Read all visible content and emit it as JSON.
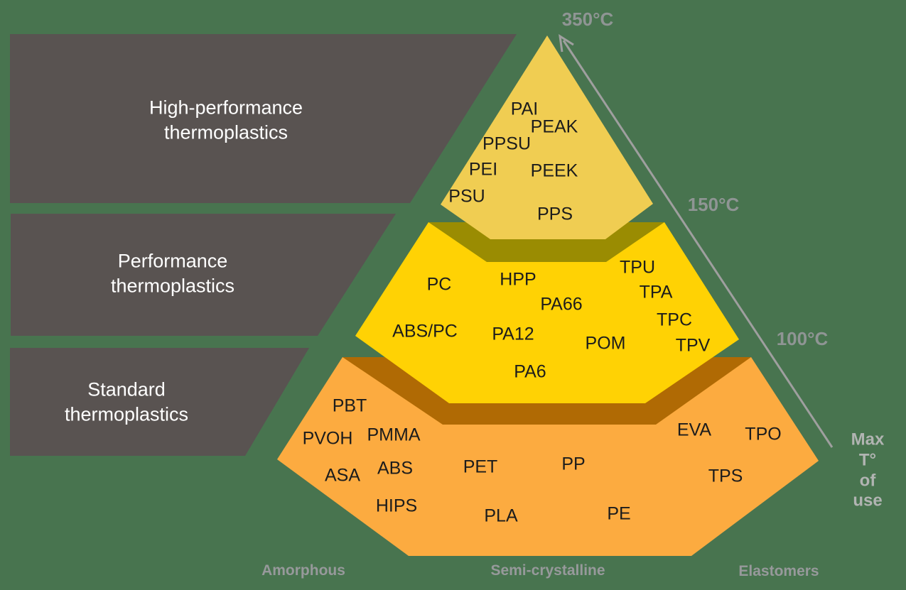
{
  "colors": {
    "background": "#48744f",
    "box": "#595351",
    "tier_high": "#f0cd52",
    "band_olive": "#9a8c02",
    "tier_performance": "#ffd204",
    "band_brown": "#b06a04",
    "tier_standard": "#fcab40",
    "axis_line": "#9f9f9f",
    "temp_label": "#8f9594",
    "axis_caption": "#b1b4b2",
    "category_label": "#97999b",
    "material_text": "#1c1c1c",
    "box_text": "#ffffff"
  },
  "boxes": [
    {
      "label": "High-performance\nthermoplastics"
    },
    {
      "label": "Performance\nthermoplastics"
    },
    {
      "label": "Standard\nthermoplastics"
    }
  ],
  "axis": {
    "labels": [
      {
        "text": "350°C"
      },
      {
        "text": "150°C"
      },
      {
        "text": "100°C"
      }
    ],
    "caption": "Max T°\nof use"
  },
  "categories": [
    {
      "label": "Amorphous"
    },
    {
      "label": "Semi-crystalline"
    },
    {
      "label": "Elastomers"
    }
  ],
  "tiers": {
    "high": {
      "name": "High-performance thermoplastics",
      "materials": [
        "PAI",
        "PEAK",
        "PPSU",
        "PEI",
        "PEEK",
        "PSU",
        "PPS"
      ]
    },
    "performance": {
      "name": "Performance thermoplastics",
      "materials": [
        "PC",
        "HPP",
        "TPU",
        "PA66",
        "TPA",
        "ABS/PC",
        "PA12",
        "TPC",
        "POM",
        "TPV",
        "PA6"
      ]
    },
    "standard": {
      "name": "Standard thermoplastics",
      "materials": [
        "PBT",
        "PVOH",
        "PMMA",
        "EVA",
        "TPO",
        "ASA",
        "ABS",
        "PET",
        "PP",
        "TPS",
        "HIPS",
        "PLA",
        "PE"
      ]
    }
  }
}
